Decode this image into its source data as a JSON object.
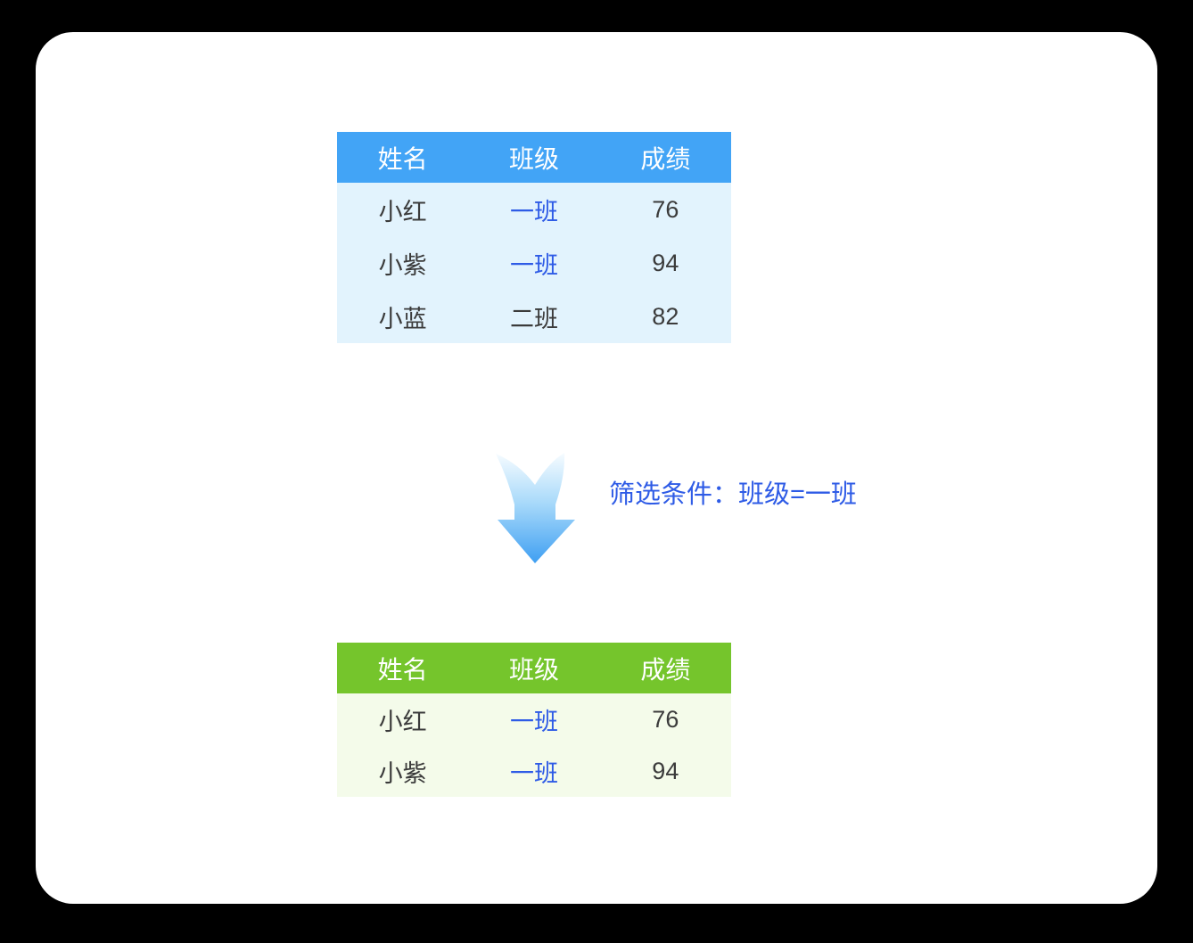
{
  "page": {
    "background_color": "#000000",
    "card_color": "#ffffff"
  },
  "source_table": {
    "columns": [
      "姓名",
      "班级",
      "成绩"
    ],
    "rows": [
      {
        "name": "小红",
        "class": "一班",
        "score": "76",
        "class_matches_filter": true
      },
      {
        "name": "小紫",
        "class": "一班",
        "score": "94",
        "class_matches_filter": true
      },
      {
        "name": "小蓝",
        "class": "二班",
        "score": "82",
        "class_matches_filter": false
      }
    ],
    "header_color": "#42a4f6",
    "body_color": "#e2f3fd"
  },
  "filter": {
    "label": "筛选条件：班级=一班",
    "text_color": "#2e5be6"
  },
  "result_table": {
    "columns": [
      "姓名",
      "班级",
      "成绩"
    ],
    "rows": [
      {
        "name": "小红",
        "class": "一班",
        "score": "76",
        "class_matches_filter": true
      },
      {
        "name": "小紫",
        "class": "一班",
        "score": "94",
        "class_matches_filter": true
      }
    ],
    "header_color": "#75c52c",
    "body_color": "#f4fbea"
  },
  "arrow": {
    "direction": "down",
    "gradient_top": "#f7fcff",
    "gradient_mid": "#a9dafa",
    "gradient_bottom": "#3f9ff2"
  },
  "text_colors": {
    "body_text": "#3b3b3b",
    "matched_class_text": "#2e5be6",
    "header_text": "#ffffff"
  }
}
